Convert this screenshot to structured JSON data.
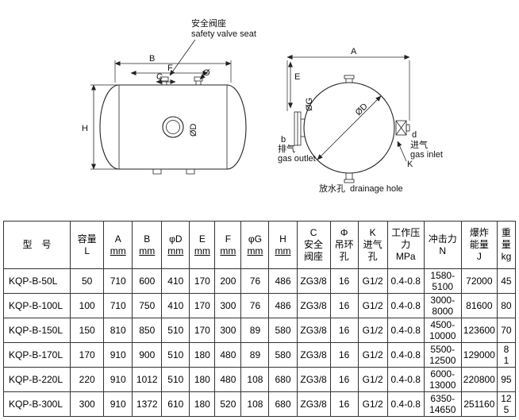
{
  "drawings": {
    "side_view": {
      "callout_cn": "安全阀座",
      "callout_en": "safety valve seat",
      "dims": {
        "B": "B",
        "F": "F",
        "C": "C",
        "phi": "Ø",
        "H": "H",
        "OD": "ØD"
      }
    },
    "end_view": {
      "dims": {
        "A": "A",
        "E": "E",
        "OG": "ØG",
        "OD": "ØD",
        "K": "K",
        "d": "d"
      },
      "gas_outlet": {
        "letter": "b",
        "cn": "排气",
        "en": "gas outlet"
      },
      "gas_inlet": {
        "cn": "进气",
        "en": "gas inlet"
      },
      "drainage": {
        "cn": "放水孔",
        "en": "drainage hole"
      }
    }
  },
  "table": {
    "headers": [
      "型　号",
      "容量\nL",
      "A\nmm",
      "B\nmm",
      "φD\nmm",
      "E\nmm",
      "F\nmm",
      "φG\nmm",
      "H\nmm",
      "C\n安全\n阀座",
      "Φ\n吊环\n孔",
      "K\n进气\n孔",
      "工作压\n力\nMPa",
      "冲击力\nN",
      "爆炸\n能量\nJ",
      "重\n量\nkg"
    ],
    "rows": [
      [
        "KQP-B-50L",
        "50",
        "710",
        "600",
        "410",
        "170",
        "200",
        "76",
        "486",
        "ZG3/8",
        "16",
        "G1/2",
        "0.4-0.8",
        "1580-5100",
        "72000",
        "45"
      ],
      [
        "KQP-B-100L",
        "100",
        "710",
        "750",
        "410",
        "170",
        "300",
        "76",
        "486",
        "ZG3/8",
        "16",
        "G1/2",
        "0.4-0.8",
        "3000-8000",
        "81600",
        "80"
      ],
      [
        "KQP-B-150L",
        "150",
        "810",
        "850",
        "510",
        "170",
        "300",
        "89",
        "580",
        "ZG3/8",
        "16",
        "G1/2",
        "0.4-0.8",
        "4500-10000",
        "123600",
        "70"
      ],
      [
        "KQP-B-170L",
        "170",
        "910",
        "900",
        "510",
        "180",
        "480",
        "89",
        "580",
        "ZG3/8",
        "16",
        "G1/2",
        "0.4-0.8",
        "5500-12500",
        "129000",
        "8\n1"
      ],
      [
        "KQP-B-220L",
        "220",
        "910",
        "1012",
        "510",
        "180",
        "480",
        "108",
        "680",
        "ZG3/8",
        "16",
        "G1/2",
        "0.4-0.8",
        "6000-13000",
        "220800",
        "95"
      ],
      [
        "KQP-B-300L",
        "300",
        "910",
        "1372",
        "610",
        "180",
        "520",
        "108",
        "680",
        "ZG3/8",
        "16",
        "G1/2",
        "0.4-0.8",
        "6350-14650",
        "251160",
        "12\n5"
      ]
    ]
  }
}
